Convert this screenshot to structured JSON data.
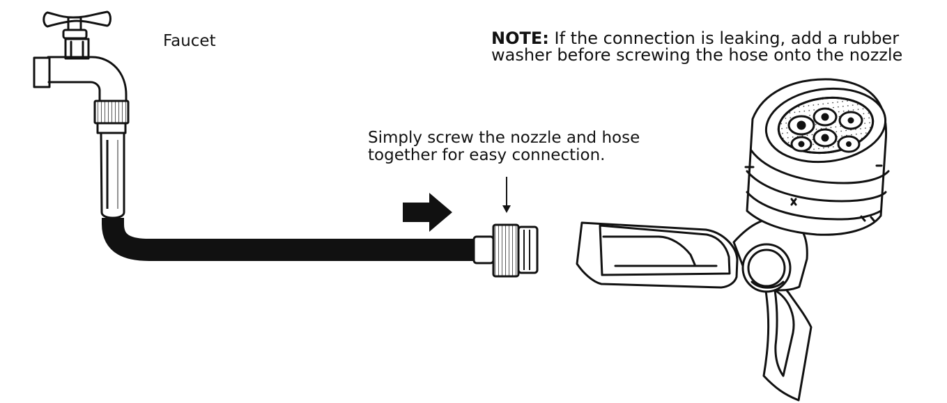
{
  "labels": {
    "faucet": "Faucet",
    "note_prefix": "NOTE:",
    "note_line1": " If the connection is leaking, add a rubber",
    "note_line2": "washer before screwing the hose onto the nozzle",
    "instruction_line1": "Simply screw the nozzle and hose",
    "instruction_line2": "together for easy connection."
  },
  "icons": {
    "faucet": "faucet-icon",
    "hose": "garden-hose-icon",
    "arrow": "right-arrow-icon",
    "nozzle": "hose-nozzle-icon"
  },
  "colors": {
    "ink": "#111111",
    "background": "#ffffff"
  }
}
